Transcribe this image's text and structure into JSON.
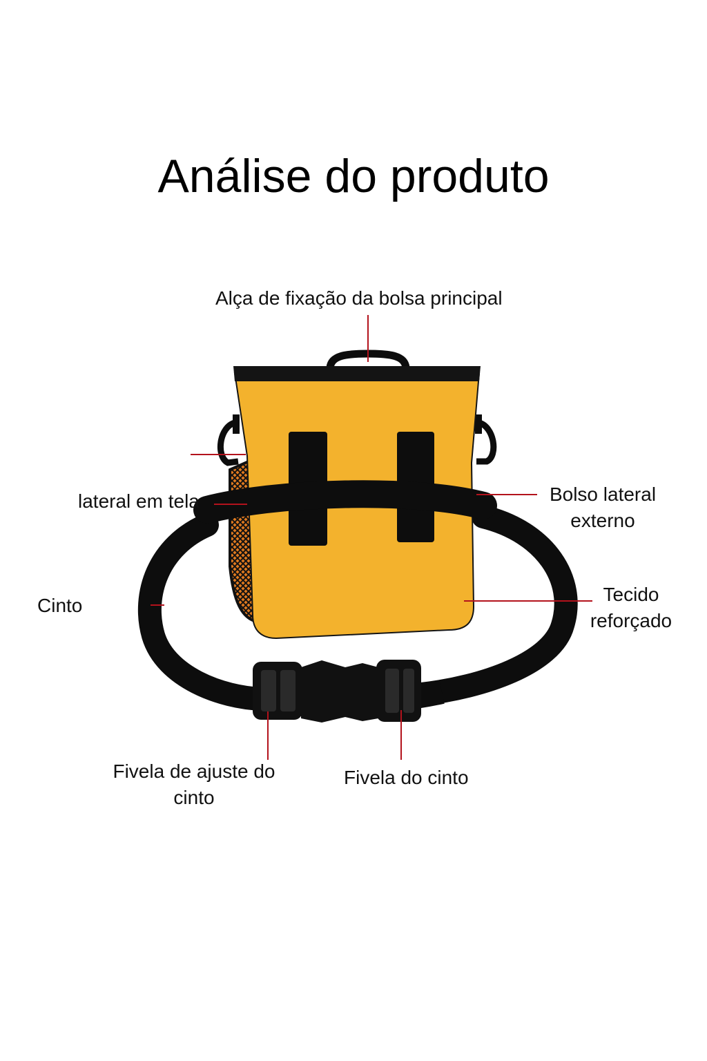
{
  "title": "Análise do produto",
  "labels": {
    "top_strap": "Alça de fixação da bolsa principal",
    "mesh_pocket": "lateral em tela",
    "side_pocket_line1": "Bolso lateral",
    "side_pocket_line2": "externo",
    "belt": "Cinto",
    "fabric_line1": "Tecido",
    "fabric_line2": "reforçado",
    "adjust_buckle_line1": "Fivela de ajuste do",
    "adjust_buckle_line2": "cinto",
    "belt_buckle": "Fivela do cinto"
  },
  "colors": {
    "bag_body": "#F3B22D",
    "bag_trim": "#141414",
    "strap": "#0d0d0d",
    "callout_line": "#B3121C",
    "background": "#FFFFFF"
  }
}
